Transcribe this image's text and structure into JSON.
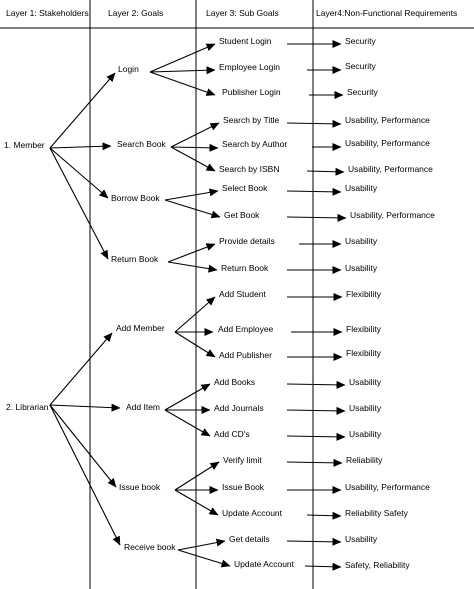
{
  "headers": {
    "layer1": "Layer 1: Stakeholders",
    "layer2": "Layer 2: Goals",
    "layer3": "Layer 3: Sub Goals",
    "layer4": "Layer4:Non-Functional Requirements"
  },
  "stakeholders": [
    {
      "label": "1. Member",
      "goals": [
        {
          "label": "Login",
          "subgoals": [
            {
              "label": "Student Login",
              "nfr": "Security"
            },
            {
              "label": "Employee Login",
              "nfr": "Security"
            },
            {
              "label": "Publisher Login",
              "nfr": "Security"
            }
          ]
        },
        {
          "label": "Search Book",
          "subgoals": [
            {
              "label": "Search by Title",
              "nfr": "Usability, Performance"
            },
            {
              "label": "Search by Author",
              "nfr": "Usability, Performance"
            },
            {
              "label": "Search by ISBN",
              "nfr": "Usability, Performance"
            }
          ]
        },
        {
          "label": "Borrow Book",
          "subgoals": [
            {
              "label": "Select Book",
              "nfr": "Usability"
            },
            {
              "label": "Get Book",
              "nfr": "Usability, Performance"
            }
          ]
        },
        {
          "label": "Return Book",
          "subgoals": [
            {
              "label": "Provide details",
              "nfr": "Usability"
            },
            {
              "label": "Return Book",
              "nfr": "Usability"
            }
          ]
        }
      ]
    },
    {
      "label": "2. Librarian",
      "goals": [
        {
          "label": "Add Member",
          "subgoals": [
            {
              "label": "Add Student",
              "nfr": "Flexibility"
            },
            {
              "label": "Add Employee",
              "nfr": "Flexibility"
            },
            {
              "label": "Add Publisher",
              "nfr": "Flexibility"
            }
          ]
        },
        {
          "label": "Add Item",
          "subgoals": [
            {
              "label": "Add Books",
              "nfr": "Usability"
            },
            {
              "label": "Add Journals",
              "nfr": "Usability"
            },
            {
              "label": "Add CD's",
              "nfr": "Usability"
            }
          ]
        },
        {
          "label": "Issue book",
          "subgoals": [
            {
              "label": "Verify limit",
              "nfr": "Reliability"
            },
            {
              "label": "Issue Book",
              "nfr": "Usability, Performance"
            },
            {
              "label": "Update Account",
              "nfr": "Reliability Safety"
            }
          ]
        },
        {
          "label": "Receive book",
          "subgoals": [
            {
              "label": "Get details",
              "nfr": "Usability"
            },
            {
              "label": "Update Account",
              "nfr": "Safety, Reliability"
            }
          ]
        }
      ]
    }
  ]
}
